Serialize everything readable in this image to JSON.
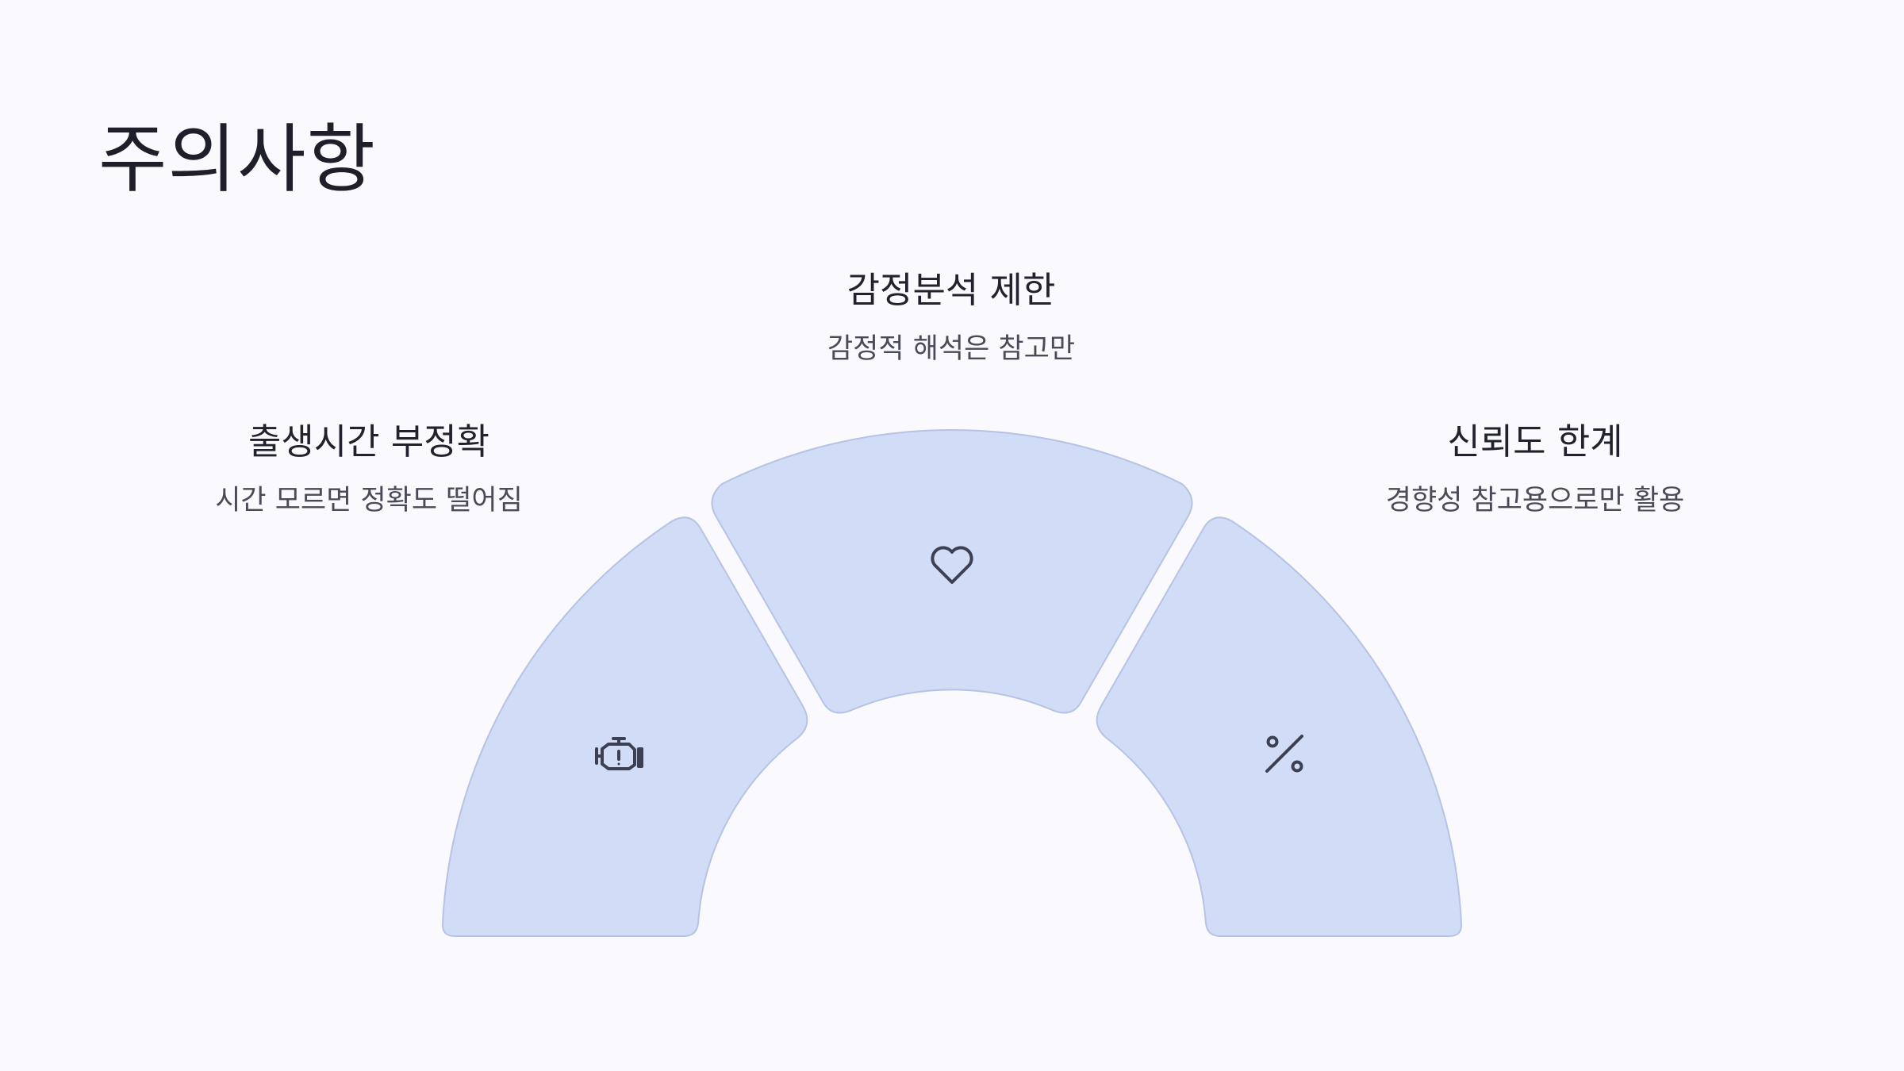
{
  "title": "주의사항",
  "items": [
    {
      "title": "출생시간 부정확",
      "description": "시간 모르면 정확도 떨어짐",
      "icon": "engine-warning-icon"
    },
    {
      "title": "감정분석 제한",
      "description": "감정적 해석은 참고만",
      "icon": "heart-icon"
    },
    {
      "title": "신뢰도 한계",
      "description": "경향성 참고용으로만 활용",
      "icon": "percent-icon"
    }
  ],
  "colors": {
    "background": "#f9f9fe",
    "segment_fill": "#d1dcf7",
    "segment_stroke": "#b7c3e4",
    "text_primary": "#22222e",
    "text_secondary": "#4a4a58"
  }
}
